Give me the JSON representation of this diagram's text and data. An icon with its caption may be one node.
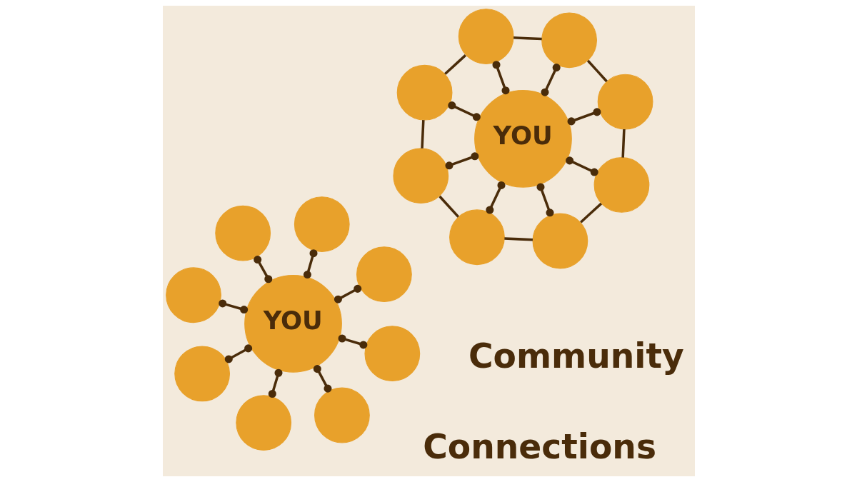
{
  "diagram": {
    "nodes": [
      {
        "text": [],
        "shape": "circle"
      },
      {
        "text": [],
        "shape": "circle"
      },
      {
        "text": [],
        "shape": "circle"
      },
      {
        "text": [],
        "shape": "circle"
      },
      {
        "text": [
          "YOU"
        ]
      },
      {
        "text": [],
        "shape": "circle"
      },
      {
        "text": [],
        "shape": "circle"
      },
      {
        "text": [],
        "shape": "circle"
      },
      {
        "text": [],
        "shape": "circle"
      },
      {
        "text": [],
        "shape": "circle"
      },
      {
        "text": [],
        "shape": "circle"
      },
      {
        "text": [],
        "shape": "circle"
      },
      {
        "text": [],
        "shape": "circle"
      },
      {
        "text": [
          "YOU"
        ]
      },
      {
        "text": [],
        "shape": "circle"
      },
      {
        "text": [],
        "shape": "circle"
      },
      {
        "text": [],
        "shape": "circle"
      },
      {
        "text": [],
        "shape": "circle"
      }
    ],
    "edges": [
      {
        "from": 4,
        "to": 0,
        "arrow": "other"
      },
      {
        "from": 4,
        "to": 1,
        "arrow": "other"
      },
      {
        "from": 4,
        "to": 2,
        "arrow": "other"
      },
      {
        "from": 4,
        "to": 3,
        "arrow": "other"
      },
      {
        "from": 4,
        "to": 5,
        "arrow": "other"
      },
      {
        "from": 4,
        "to": 6,
        "arrow": "other"
      },
      {
        "from": 4,
        "to": 7,
        "arrow": "other"
      },
      {
        "from": 4,
        "to": 8,
        "arrow": "other"
      },
      {
        "from": 13,
        "to": 9,
        "arrow": "other"
      },
      {
        "from": 13,
        "to": 10,
        "arrow": "other"
      },
      {
        "from": 13,
        "to": 11,
        "arrow": "other"
      },
      {
        "from": 13,
        "to": 12,
        "arrow": "other"
      },
      {
        "from": 13,
        "to": 14,
        "arrow": "other"
      },
      {
        "from": 13,
        "to": 15,
        "arrow": "other"
      },
      {
        "from": 13,
        "to": 16,
        "arrow": "other"
      },
      {
        "from": 13,
        "to": 17,
        "arrow": "other"
      },
      {
        "from": 9,
        "to": 11,
        "arrow": "none"
      },
      {
        "from": 11,
        "to": 14,
        "arrow": "none"
      },
      {
        "from": 14,
        "to": 16,
        "arrow": "none"
      },
      {
        "from": 16,
        "to": 17,
        "arrow": "none"
      },
      {
        "from": 17,
        "to": 15,
        "arrow": "none"
      },
      {
        "from": 15,
        "to": 12,
        "arrow": "none"
      },
      {
        "from": 12,
        "to": 10,
        "arrow": "none"
      },
      {
        "from": 10,
        "to": 9,
        "arrow": "none"
      }
    ],
    "labels": [
      "Connections",
      "Community"
    ]
  }
}
